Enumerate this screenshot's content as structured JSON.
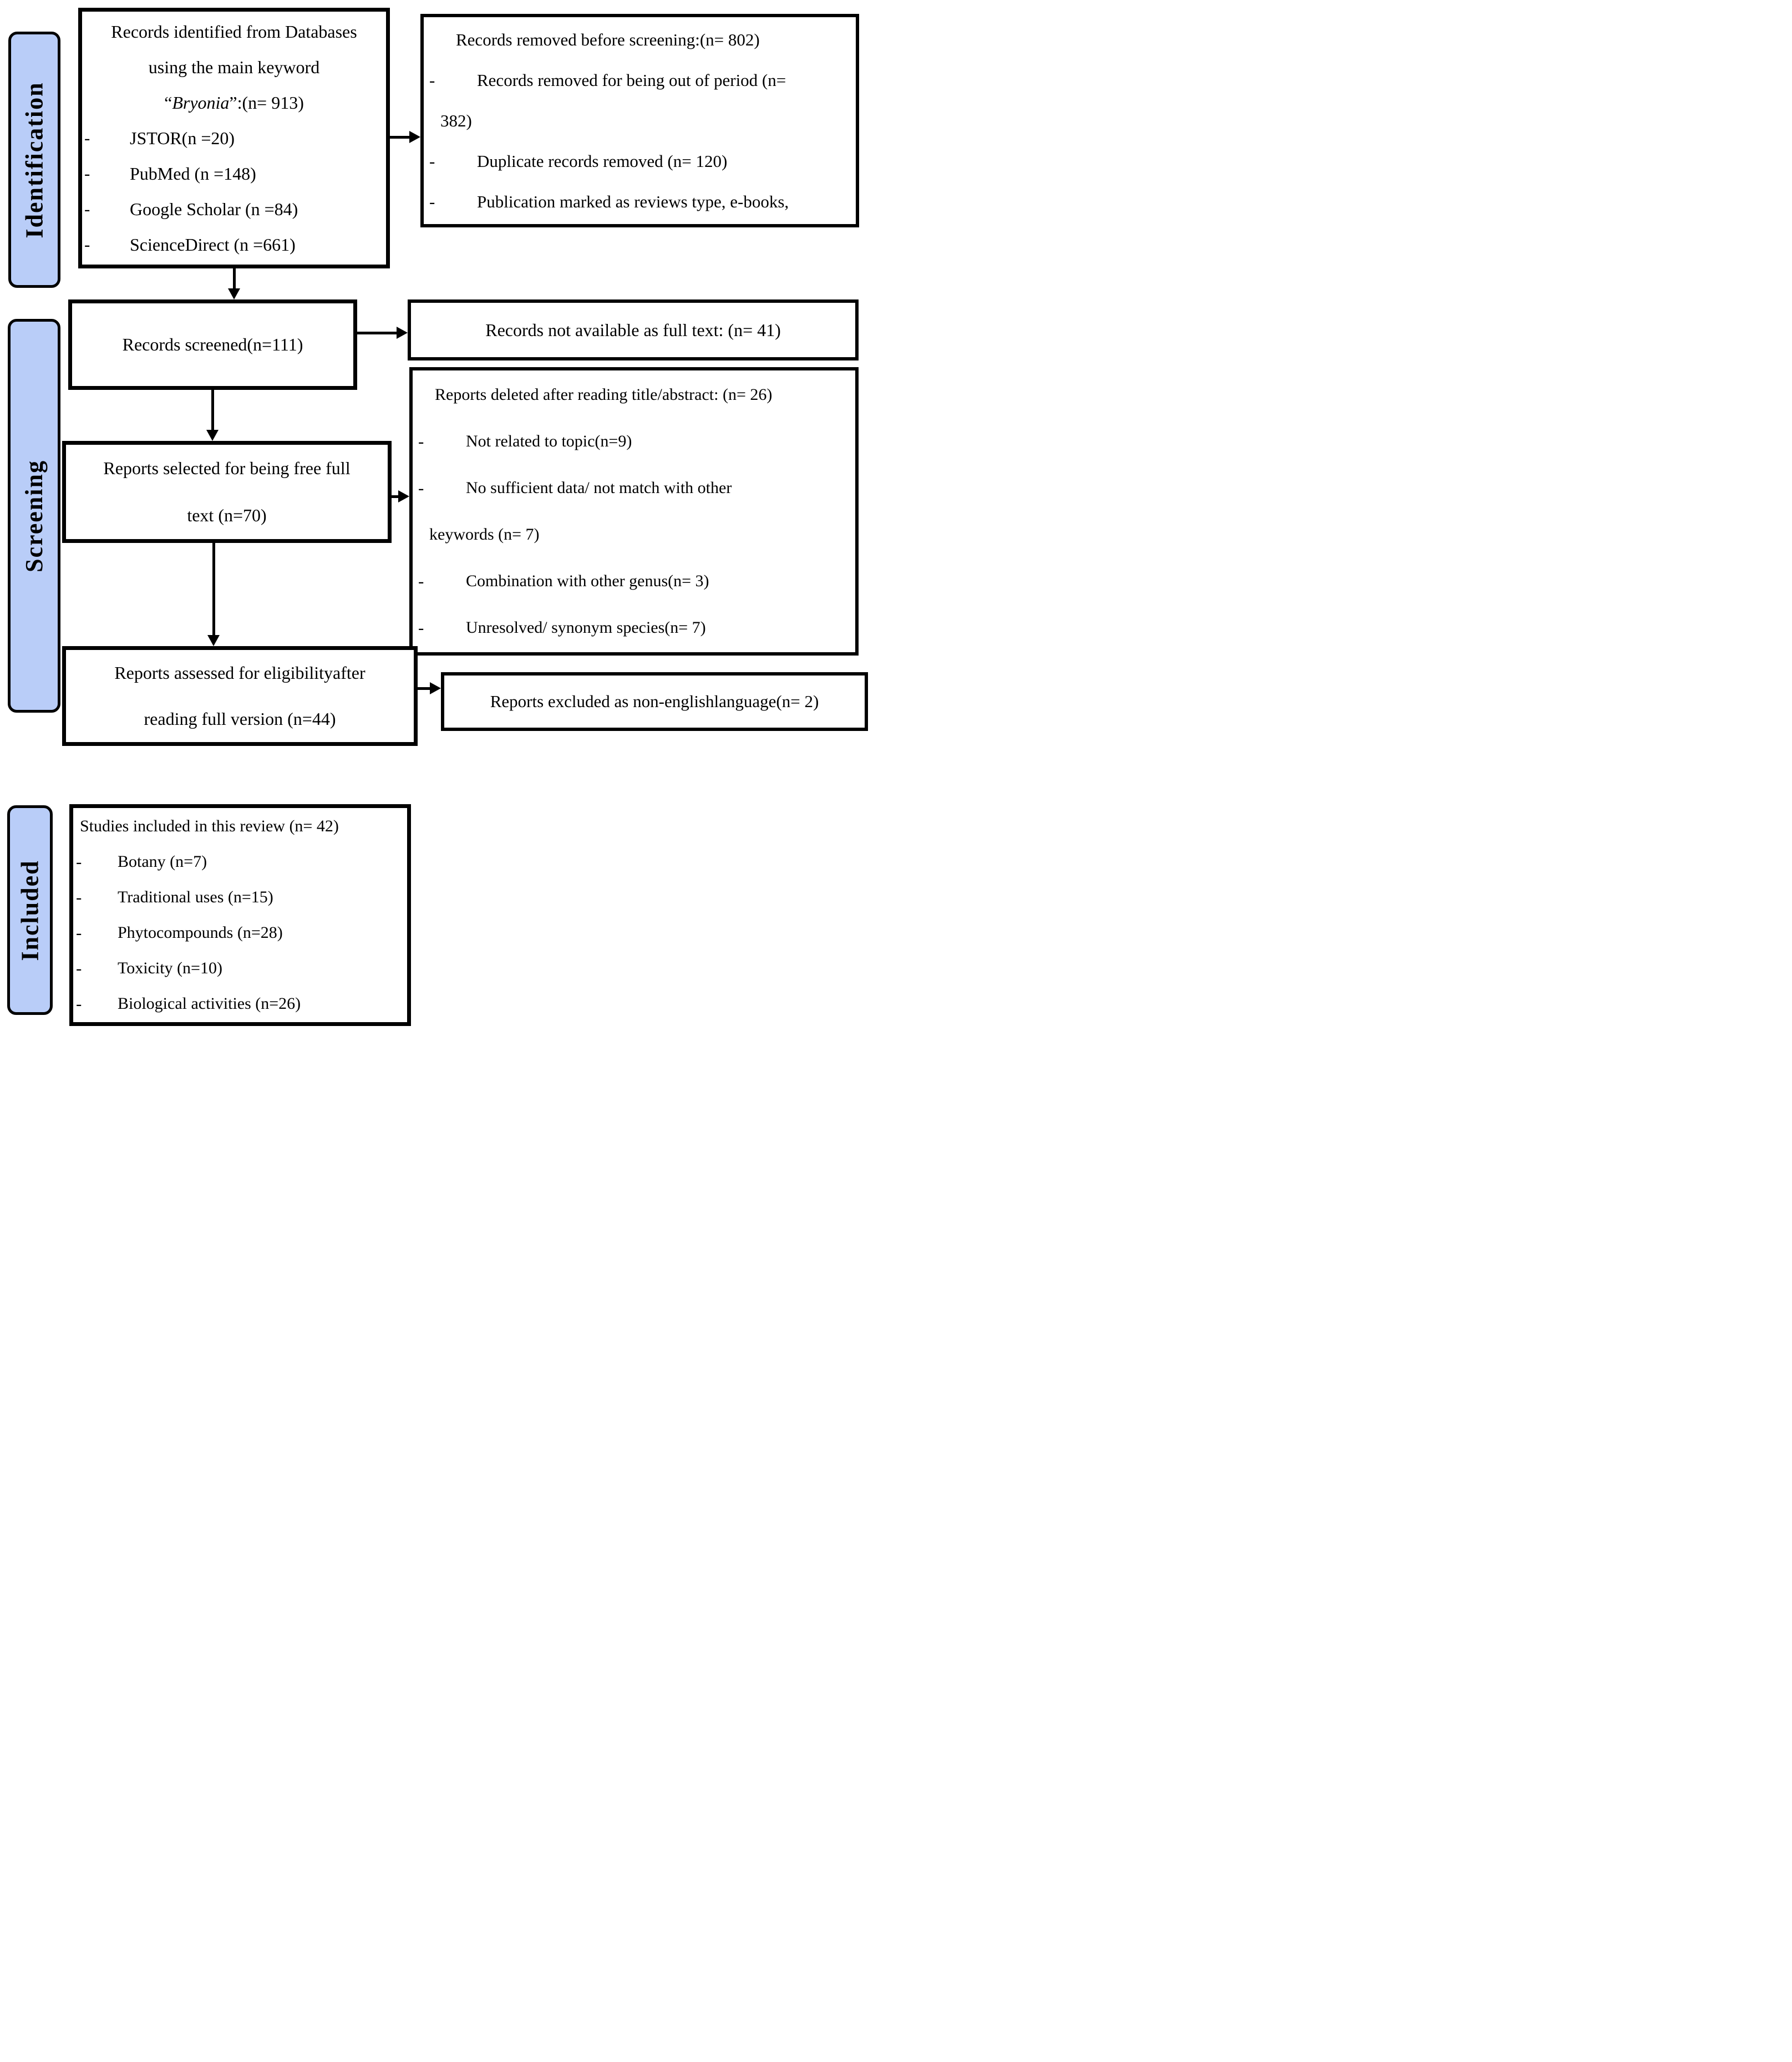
{
  "colors": {
    "stage_fill": "#b9cdf8",
    "line": "#000000"
  },
  "marker": "-",
  "sidebar": {
    "identification_label": "Identification",
    "screening_label": "Screening",
    "included_label": "Included"
  },
  "boxes": {
    "records_identified": {
      "line1": "Records identified from Databases",
      "line2": "using the main keyword",
      "line3_pre": "“",
      "line3_italic": "Bryonia",
      "line3_post": "”:(n= 913)",
      "item_jstor": "JSTOR(n =20)",
      "item_pubmed": "PubMed (n =148)",
      "item_google": "Google Scholar (n =84)",
      "item_sciencedirect": "ScienceDirect (n =661)"
    },
    "records_removed": {
      "title": "Records removed before screening:(n= 802)",
      "item1": "Records removed for being out of period (n=",
      "item1_cont": "382)",
      "item2": "Duplicate records removed (n= 120)",
      "item3": "Publication marked as reviews type, e-books,"
    },
    "records_screened": {
      "text": "Records screened(n=111)"
    },
    "records_not_available": {
      "text": "Records not available as full text: (n= 41)"
    },
    "reports_selected": {
      "line1": "Reports selected for being free full",
      "line2": "text (n=70)"
    },
    "reports_deleted": {
      "title": "Reports deleted after reading title/abstract: (n= 26)",
      "item1": "Not related to topic(n=9)",
      "item2": "No sufficient data/ not match with other",
      "item2_cont": "keywords (n= 7)",
      "item3": "Combination with other genus(n= 3)",
      "item4": "Unresolved/ synonym species(n= 7)"
    },
    "reports_assessed": {
      "line1": "Reports assessed for eligibilityafter",
      "line2": "reading full version (n=44)"
    },
    "reports_excluded": {
      "text": "Reports excluded as non-englishlanguage(n= 2)"
    },
    "studies_included": {
      "title": "Studies included in this review (n= 42)",
      "item1": "Botany (n=7)",
      "item2": "Traditional uses (n=15)",
      "item3": "Phytocompounds (n=28)",
      "item4": "Toxicity (n=10)",
      "item5": "Biological activities (n=26)"
    }
  }
}
